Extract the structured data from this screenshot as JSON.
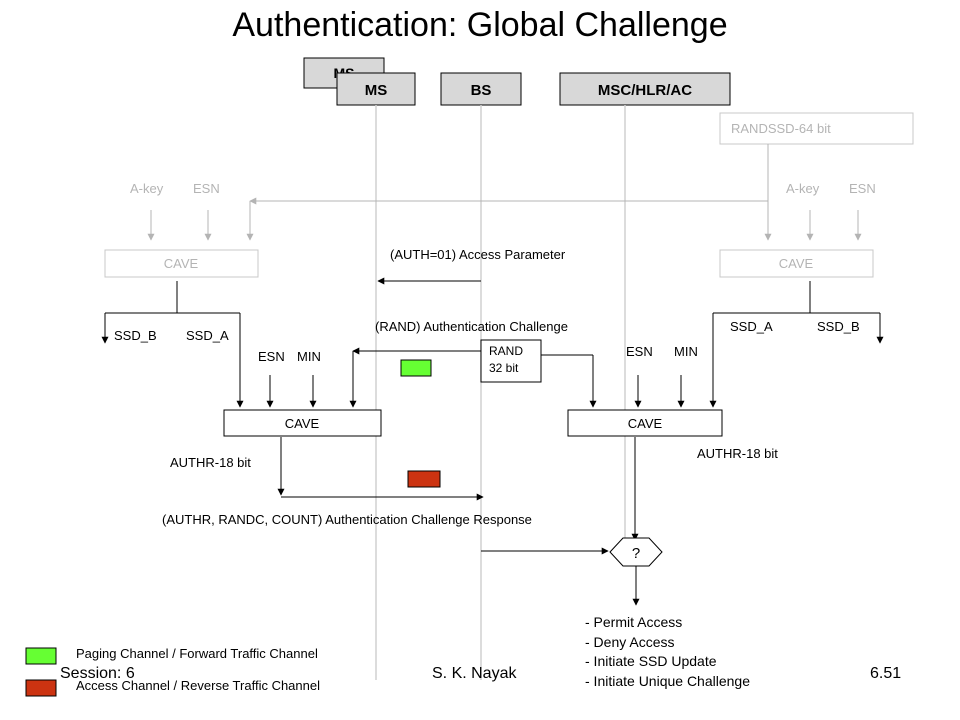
{
  "title": "Authentication: Global Challenge",
  "entities": {
    "ms_back": "MS",
    "ms": "MS",
    "bs": "BS",
    "msc": "MSC/HLR/AC"
  },
  "randssd_box": "RANDSSD-64 bit",
  "ms_side": {
    "akey": "A-key",
    "esn": "ESN",
    "cave_top": "CAVE",
    "ssd_b": "SSD_B",
    "ssd_a": "SSD_A",
    "esn2": "ESN",
    "min": "MIN",
    "cave_bottom": "CAVE",
    "authr": "AUTHR-18 bit"
  },
  "net_side": {
    "akey": "A-key",
    "esn": "ESN",
    "cave_top": "CAVE",
    "ssd_a": "SSD_A",
    "ssd_b": "SSD_B",
    "esn2": "ESN",
    "min": "MIN",
    "cave_bottom": "CAVE",
    "authr": "AUTHR-18 bit"
  },
  "messages": {
    "access_param": "(AUTH=01) Access Parameter",
    "auth_challenge": "(RAND) Authentication Challenge",
    "rand_line1": "RAND",
    "rand_line2": "32 bit",
    "response": "(AUTHR, RANDC, COUNT) Authentication Challenge Response"
  },
  "decision": "?",
  "outcomes": [
    "- Permit Access",
    "- Deny Access",
    "- Initiate SSD Update",
    "- Initiate Unique Challenge"
  ],
  "legend": [
    {
      "label": "Paging Channel / Forward Traffic Channel",
      "color": "#66ff33"
    },
    {
      "label": "Access Channel / Reverse Traffic Channel",
      "color": "#cc3311"
    }
  ],
  "footer": {
    "session": "Session: 6",
    "author": "S. K. Nayak",
    "page": "6.51"
  },
  "colors": {
    "entity_box": "#d8d8d8",
    "faded": "#b4b4b4",
    "green": "#66ff33",
    "red": "#cc3311"
  }
}
